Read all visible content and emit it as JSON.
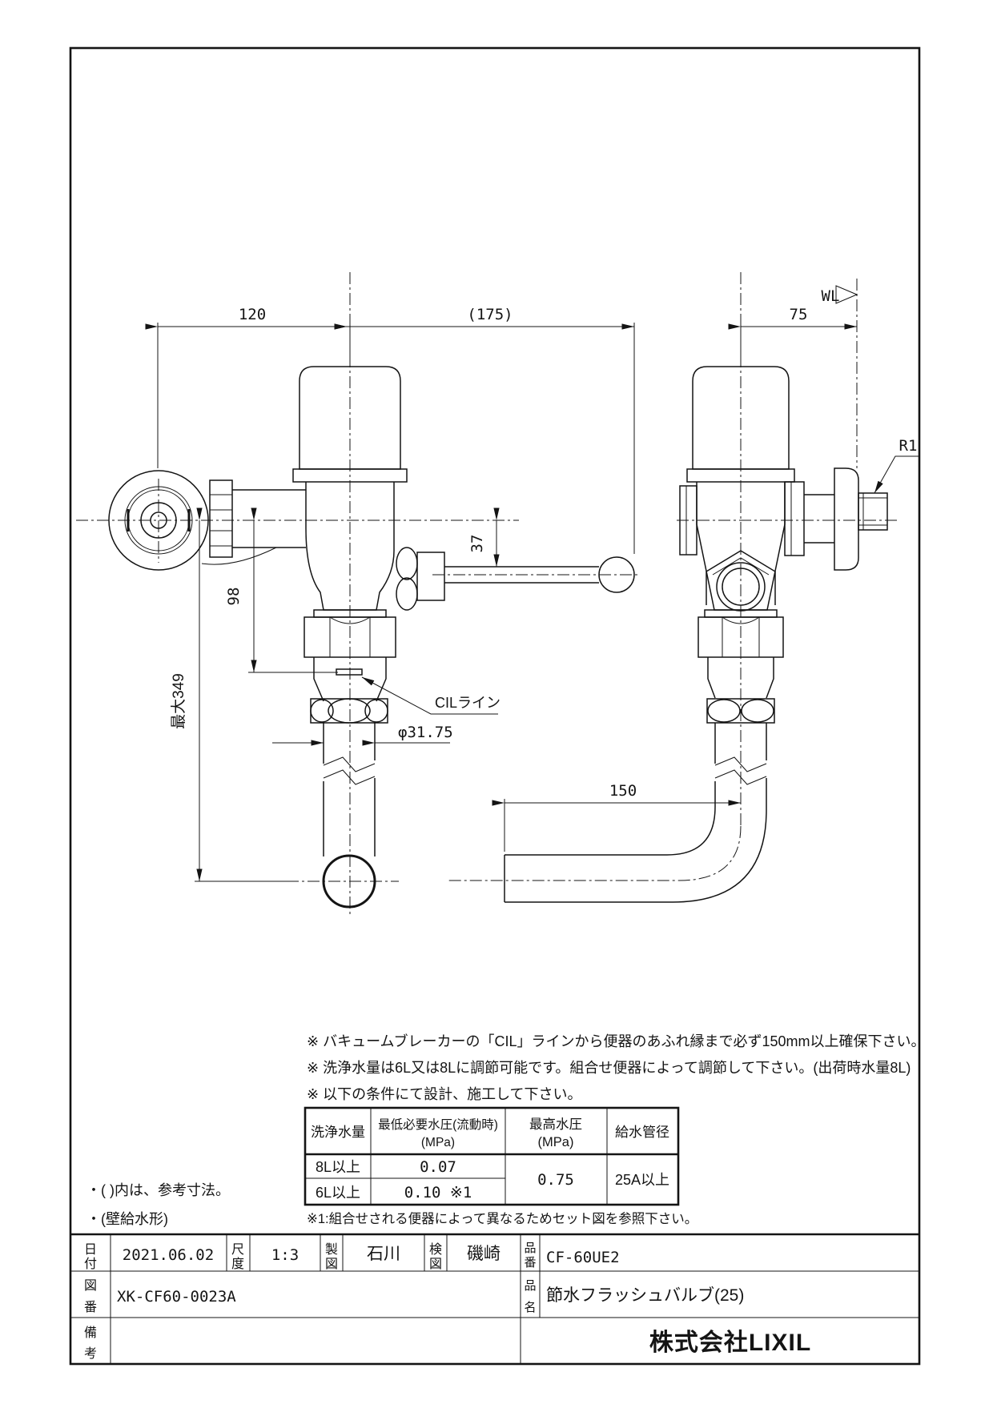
{
  "drawing": {
    "dim_120": "120",
    "dim_175": "(175)",
    "dim_75": "75",
    "dim_37": "37",
    "dim_98": "98",
    "dim_349": "最大349",
    "dim_phi": "φ31.75",
    "dim_150": "150",
    "wall_line_label": "WL",
    "thread_label": "R1",
    "cil_label": "CILライン",
    "notes": [
      "※ バキュームブレーカーの「CIL」ラインから便器のあふれ縁まで必ず150mm以上確保下さい。",
      "※ 洗浄水量は6L又は8Lに調節可能です。組合せ便器によって調節して下さい。(出荷時水量8L)",
      "※ 以下の条件にて設計、施工して下さい。"
    ],
    "side_notes": [
      "・(  )内は、参考寸法。",
      "・(壁給水形)"
    ],
    "table_footnote": "※1:組合せされる便器によって異なるためセット図を参照下さい。"
  },
  "spec_table": {
    "col_flush": "洗浄水量",
    "col_min_line1": "最低必要水圧(流動時)",
    "col_min_line2": "(MPa)",
    "col_max_line1": "最高水圧",
    "col_max_line2": "(MPa)",
    "col_pipe": "給水管径",
    "row1_flush": "8L以上",
    "row1_min": "0.07",
    "row2_flush": "6L以上",
    "row2_min": "0.10 ※1",
    "max_value": "0.75",
    "pipe_value": "25A以上"
  },
  "title_block": {
    "date_label": [
      "日",
      "付"
    ],
    "date": "2021.06.02",
    "scale_label": [
      "尺",
      "度"
    ],
    "scale": "1:3",
    "drafter_label": [
      "製",
      "図"
    ],
    "drafter": "石川",
    "checker_label": [
      "検",
      "図"
    ],
    "checker": "磯崎",
    "part_no_label": [
      "品",
      "番"
    ],
    "part_no": "CF-60UE2",
    "dwg_no_label": [
      "図",
      "番"
    ],
    "dwg_no": "XK-CF60-0023A",
    "name_label": [
      "品",
      "名"
    ],
    "name": "節水フラッシュバルブ(25)",
    "remarks_label": [
      "備",
      "考"
    ],
    "remarks": "",
    "company": "株式会社LIXIL"
  }
}
